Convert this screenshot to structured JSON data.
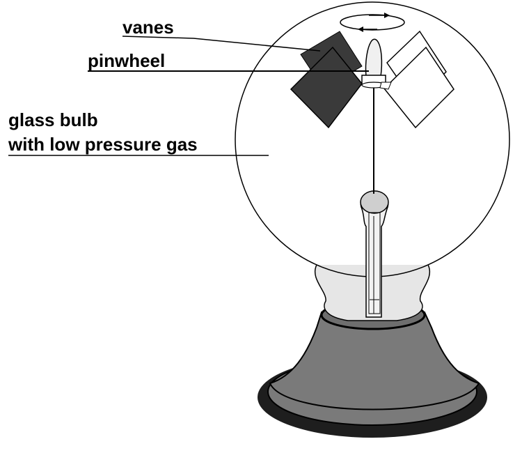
{
  "labels": {
    "vanes": "vanes",
    "pinwheel": "pinwheel",
    "glass_bulb_line1": "glass bulb",
    "glass_bulb_line2": "with low pressure gas"
  },
  "colors": {
    "dark_vane": "#3a3a3a",
    "light_vane": "#ffffff",
    "base": "#7a7a7a",
    "base_rim": "#1e1e1e",
    "glass_outline": "#000000",
    "background": "#ffffff"
  }
}
